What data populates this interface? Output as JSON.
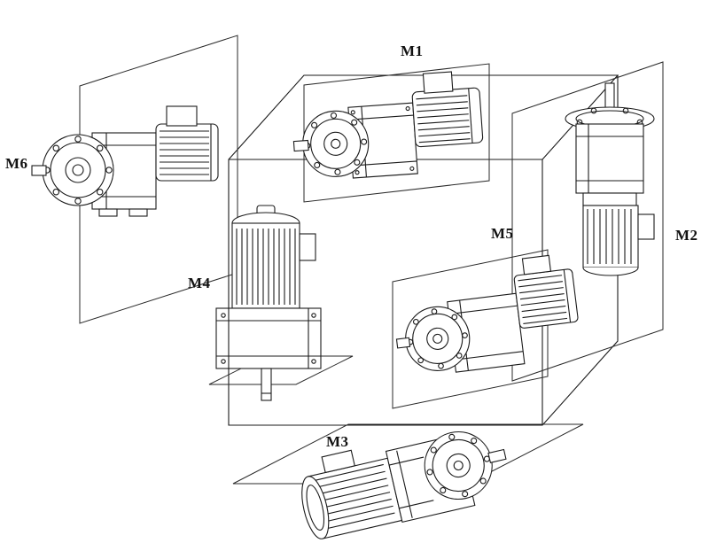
{
  "diagram": {
    "labels": {
      "m1": "M1",
      "m2": "M2",
      "m3": "M3",
      "m4": "M4",
      "m5": "M5",
      "m6": "M6"
    },
    "colors": {
      "ink": "#1b1b1b",
      "background": "#ffffff"
    }
  }
}
